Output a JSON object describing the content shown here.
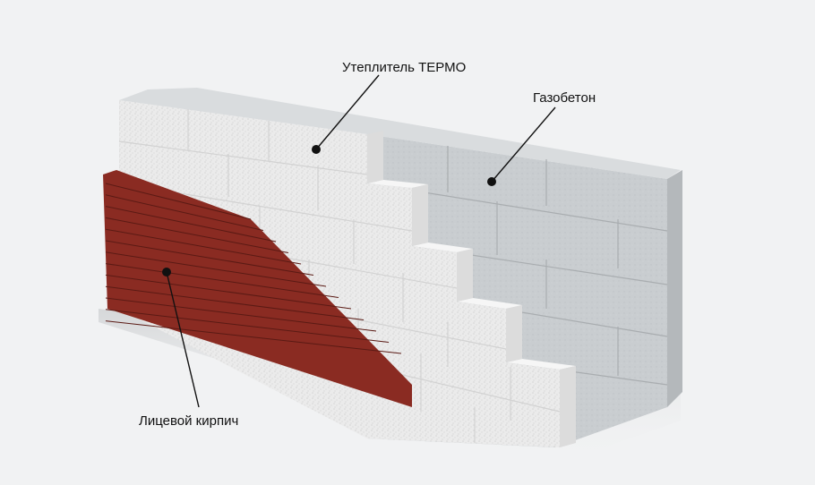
{
  "diagram": {
    "background": "#f1f2f3",
    "materials": [
      {
        "id": "insulation",
        "label": "Утеплитель ТЕРМО",
        "color": "#ebebeb"
      },
      {
        "id": "aerated",
        "label": "Газобетон",
        "color": "#c8cccf"
      },
      {
        "id": "brick",
        "label": "Лицевой кирпич",
        "color": "#8a2b22"
      }
    ]
  }
}
